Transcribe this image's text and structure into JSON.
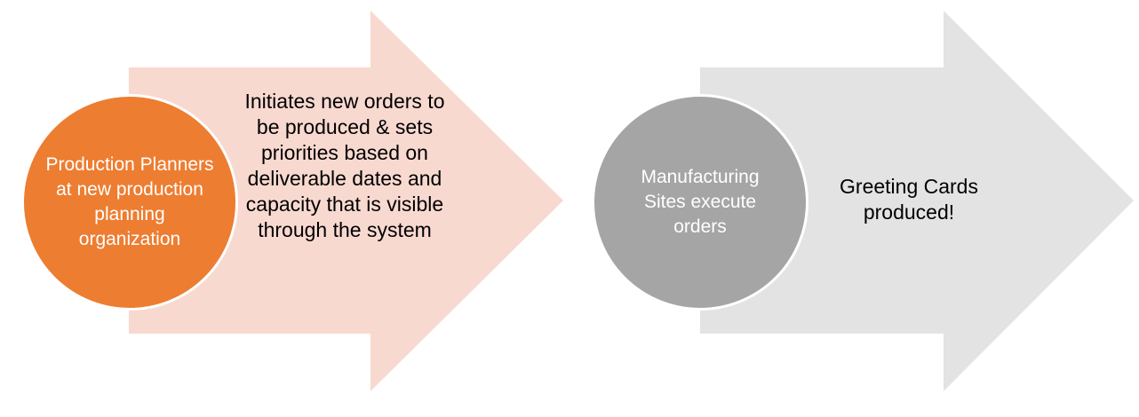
{
  "colors": {
    "arrow_1_fill": "#f8d9d0",
    "circle_1_fill": "#ed7d31",
    "arrow_2_fill": "#e3e3e3",
    "circle_2_fill": "#a5a5a5",
    "circle_text": "#ffffff",
    "arrow_text": "#000000"
  },
  "flow": {
    "step_1": {
      "circle_label": "Production Planners at new production planning organization",
      "arrow_label": "Initiates new orders to be produced & sets priorities based on deliverable dates and capacity that is visible through the system"
    },
    "step_2": {
      "circle_label": "Manufacturing Sites execute orders",
      "arrow_label": "Greeting Cards produced!"
    }
  }
}
